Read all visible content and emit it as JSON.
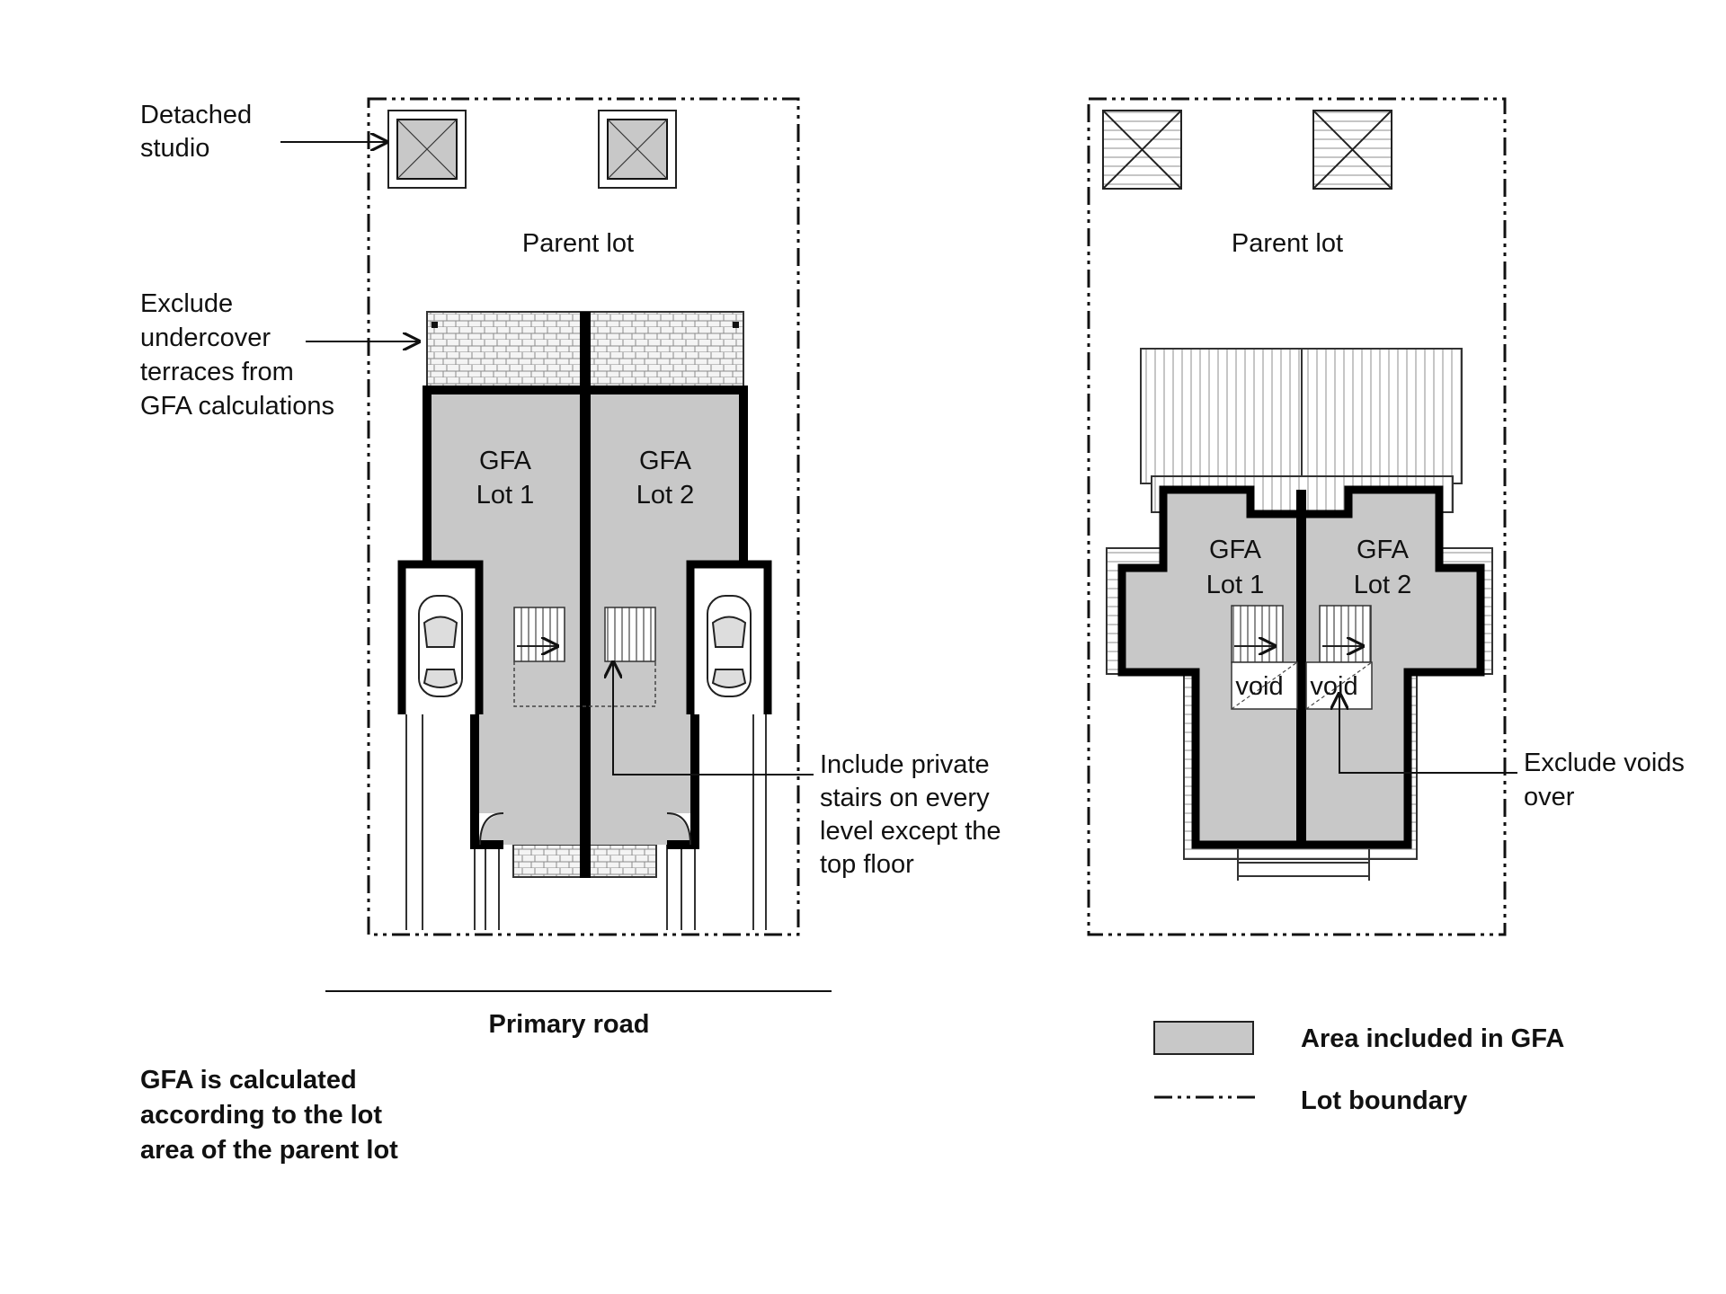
{
  "left_plan": {
    "parent_lot": "Parent lot",
    "lot1": [
      "GFA",
      "Lot 1"
    ],
    "lot2": [
      "GFA",
      "Lot 2"
    ],
    "annotations": {
      "studio": [
        "Detached",
        "studio"
      ],
      "terraces": [
        "Exclude",
        "undercover",
        "terraces from",
        "GFA calculations"
      ],
      "stairs": [
        "Include private",
        "stairs on every",
        "level except the",
        "top floor"
      ]
    },
    "road": "Primary road"
  },
  "right_plan": {
    "parent_lot": "Parent lot",
    "lot1": [
      "GFA",
      "Lot 1"
    ],
    "lot2": [
      "GFA",
      "Lot 2"
    ],
    "void_label": "void",
    "annotations": {
      "voids": [
        "Exclude voids",
        "over"
      ]
    }
  },
  "note": [
    "GFA is calculated",
    "according to the lot",
    "area of the parent lot"
  ],
  "legend": {
    "gfa": "Area included in GFA",
    "boundary": "Lot boundary"
  },
  "colors": {
    "gfa_fill": "#c8c8c8",
    "wall": "#000000",
    "line": "#222222"
  }
}
